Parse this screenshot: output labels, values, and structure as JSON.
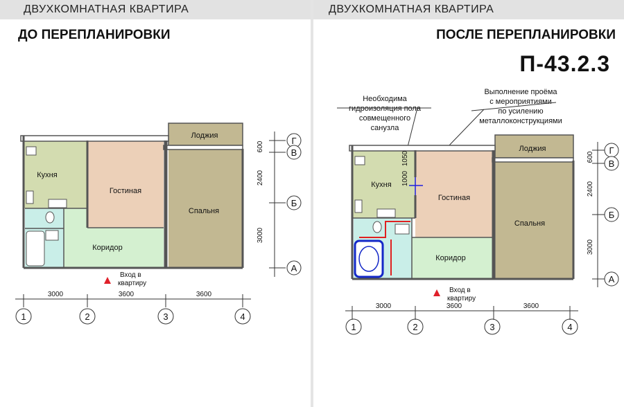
{
  "before": {
    "header": "ДВУХКОМНАТНАЯ  КВАРТИРА",
    "subtitle": "ДО ПЕРЕПЛАНИРОВКИ",
    "rooms": {
      "kitchen": "Кухня",
      "living": "Гостиная",
      "bedroom": "Спальня",
      "corridor": "Коридор",
      "loggia": "Лоджия"
    },
    "entrance": [
      "Вход в",
      "квартиру"
    ],
    "dimensions": {
      "horizontal": [
        "3000",
        "3600",
        "3600"
      ],
      "vertical": [
        "600",
        "2400",
        "3000"
      ]
    },
    "axes_numbers": [
      "1",
      "2",
      "3",
      "4"
    ],
    "axes_letters": [
      "Г",
      "В",
      "Б",
      "А"
    ]
  },
  "after": {
    "header": "ДВУХКОМНАТНАЯ  КВАРТИРА",
    "subtitle": "ПОСЛЕ ПЕРЕПЛАНИРОВКИ",
    "series": "П-43.2.3",
    "notes": {
      "waterproofing": [
        "Необходима",
        "гидроизоляция пола",
        "совмещенного",
        "санузла"
      ],
      "opening": [
        "Выполнение проёма",
        "с мероприятиями",
        "по усилению",
        "металлоконструкциями"
      ]
    },
    "opening_dims": [
      "1000",
      "1050"
    ],
    "rooms": {
      "kitchen": "Кухня",
      "living": "Гостиная",
      "bedroom": "Спальня",
      "corridor": "Коридор",
      "loggia": "Лоджия"
    },
    "entrance": [
      "Вход в",
      "квартиру"
    ],
    "dimensions": {
      "horizontal": [
        "3000",
        "3600",
        "3600"
      ],
      "vertical": [
        "600",
        "2400",
        "3000"
      ]
    },
    "axes_numbers": [
      "1",
      "2",
      "3",
      "4"
    ],
    "axes_letters": [
      "Г",
      "В",
      "Б",
      "А"
    ]
  },
  "colors": {
    "kitchen": "#d3dcb0",
    "living": "#ecd0b8",
    "bedroom": "#c2b892",
    "loggia": "#c2b892",
    "corridor": "#d4f0d0",
    "bath": "#c9eee8",
    "wall": "#555555",
    "entrance_arrow": "#e0202a",
    "bath_outline": "#1428c8",
    "new_opening": "#2020e0",
    "waterproof": "#e02020"
  }
}
